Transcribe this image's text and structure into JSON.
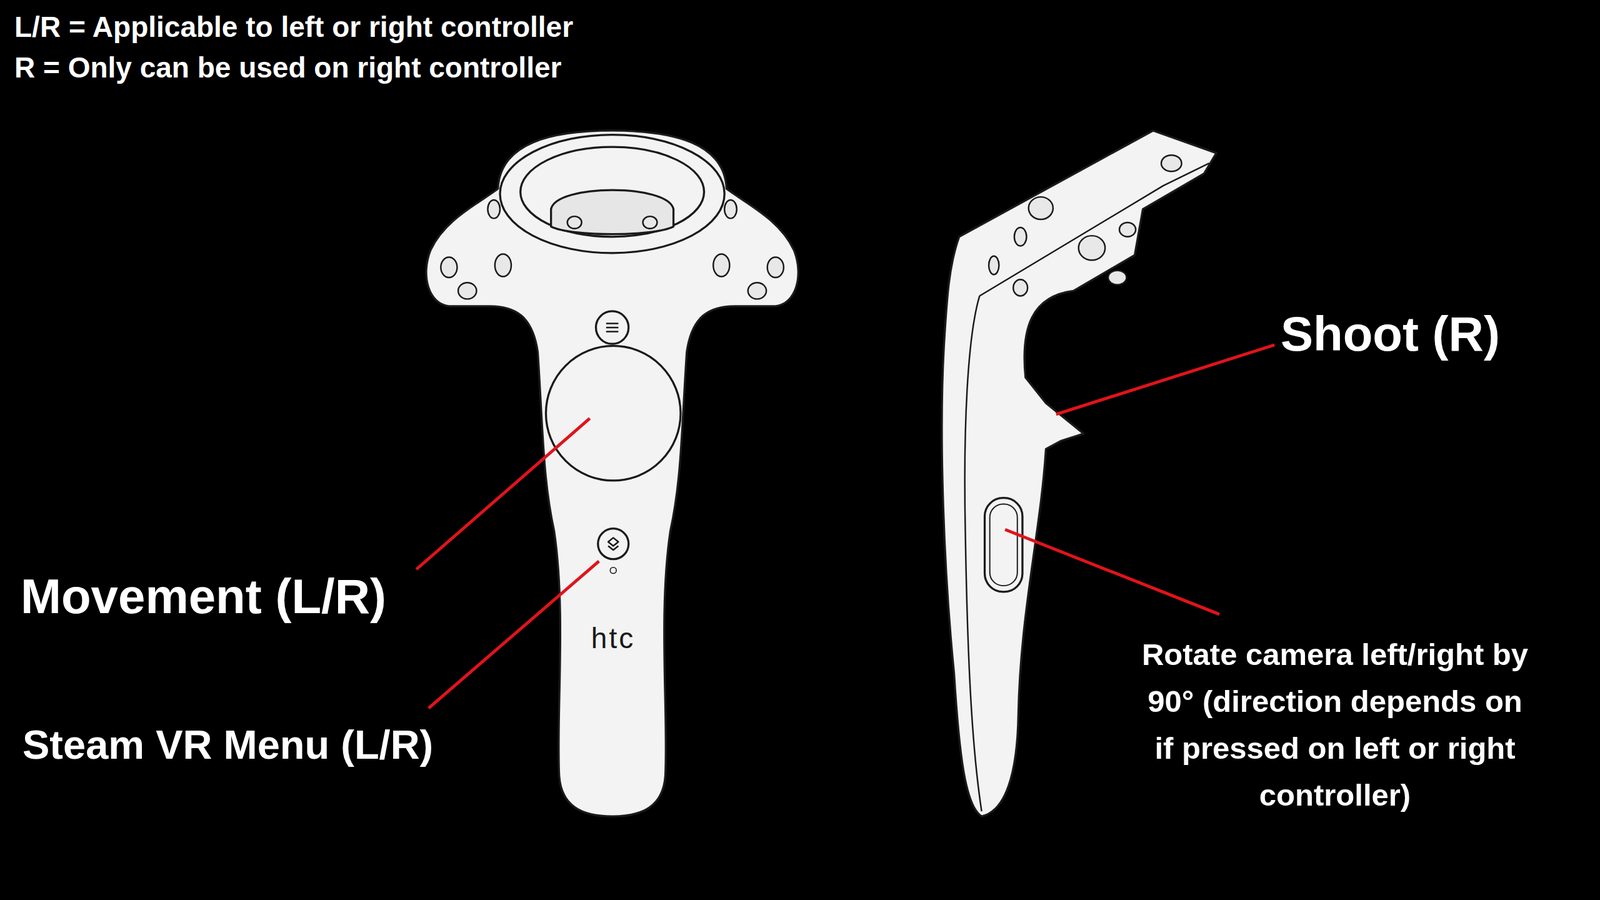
{
  "diagram": {
    "labels": [
      "L/R = Applicable to left or right controller",
      "R = Only can be used on right controller",
      "Shoot (R)",
      "Movement (L/R)",
      "Steam VR Menu (L/R)",
      "Rotate camera left/right by 90° (direction depends on if pressed on left or right controller)",
      "htc"
    ]
  }
}
